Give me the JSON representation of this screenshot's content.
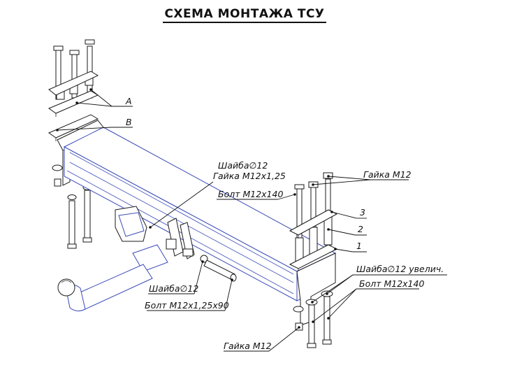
{
  "title": "СХЕМА МОНТАЖА ТСУ",
  "labels": {
    "a": "A",
    "b": "B",
    "washer12_top": "Шайба∅12",
    "nut_m12x125": "Гайка M12x1,25",
    "bolt_m12x140_center": "Болт M12x140",
    "nut_m12_right": "Гайка M12",
    "n3": "3",
    "n2": "2",
    "n1": "1",
    "washer12_enlarged": "Шайба∅12 увелич.",
    "bolt_m12x140_right": "Болт M12x140",
    "washer12_bottom": "Шайба∅12",
    "bolt_m12x125x90": "Болт M12x1,25x90",
    "nut_m12_bottom": "Гайка M12"
  }
}
